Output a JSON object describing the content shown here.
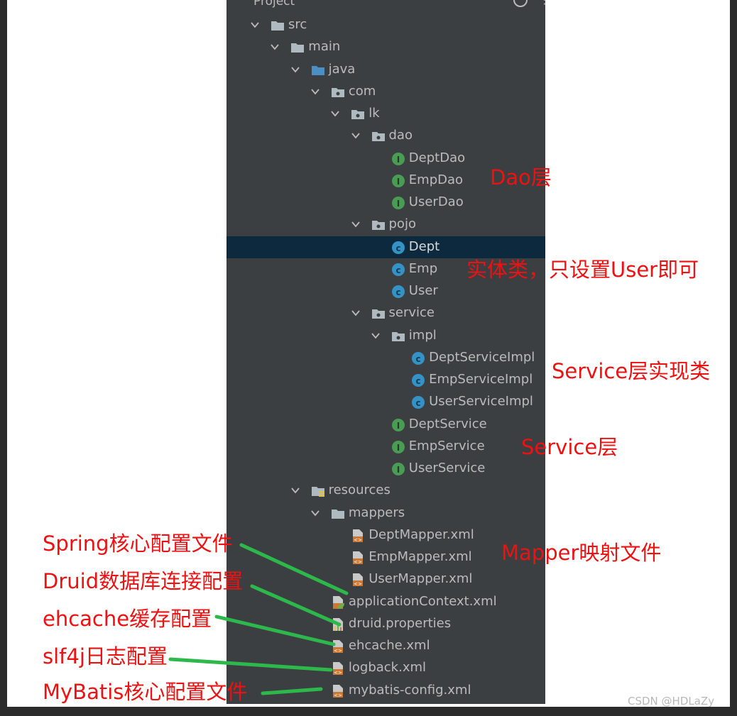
{
  "panel": {
    "title": "Project"
  },
  "tree": [
    {
      "label": "src",
      "icon": "folder-icon",
      "depth": 0
    },
    {
      "label": "main",
      "icon": "folder-icon",
      "depth": 1
    },
    {
      "label": "java",
      "icon": "source-folder-icon",
      "depth": 2
    },
    {
      "label": "com",
      "icon": "package-icon",
      "depth": 3
    },
    {
      "label": "lk",
      "icon": "package-icon",
      "depth": 4
    },
    {
      "label": "dao",
      "icon": "package-icon",
      "depth": 5
    },
    {
      "label": "DeptDao",
      "icon": "interface-icon",
      "depth": 6
    },
    {
      "label": "EmpDao",
      "icon": "interface-icon",
      "depth": 6
    },
    {
      "label": "UserDao",
      "icon": "interface-icon",
      "depth": 6
    },
    {
      "label": "pojo",
      "icon": "package-icon",
      "depth": 5
    },
    {
      "label": "Dept",
      "icon": "class-icon",
      "depth": 6,
      "selected": true
    },
    {
      "label": "Emp",
      "icon": "class-icon",
      "depth": 6
    },
    {
      "label": "User",
      "icon": "class-icon",
      "depth": 6
    },
    {
      "label": "service",
      "icon": "package-icon",
      "depth": 5
    },
    {
      "label": "impl",
      "icon": "package-icon",
      "depth": 6
    },
    {
      "label": "DeptServiceImpl",
      "icon": "class-icon",
      "depth": 7
    },
    {
      "label": "EmpServiceImpl",
      "icon": "class-icon",
      "depth": 7
    },
    {
      "label": "UserServiceImpl",
      "icon": "class-icon",
      "depth": 7
    },
    {
      "label": "DeptService",
      "icon": "interface-icon",
      "depth": 6
    },
    {
      "label": "EmpService",
      "icon": "interface-icon",
      "depth": 6
    },
    {
      "label": "UserService",
      "icon": "interface-icon",
      "depth": 6
    },
    {
      "label": "resources",
      "icon": "resources-folder-icon",
      "depth": 2
    },
    {
      "label": "mappers",
      "icon": "folder-icon",
      "depth": 3
    },
    {
      "label": "DeptMapper.xml",
      "icon": "xml-file-icon",
      "depth": 4
    },
    {
      "label": "EmpMapper.xml",
      "icon": "xml-file-icon",
      "depth": 4
    },
    {
      "label": "UserMapper.xml",
      "icon": "xml-file-icon",
      "depth": 4
    },
    {
      "label": "applicationContext.xml",
      "icon": "spring-xml-icon",
      "depth": 3
    },
    {
      "label": "druid.properties",
      "icon": "properties-file-icon",
      "depth": 3
    },
    {
      "label": "ehcache.xml",
      "icon": "xml-file-icon",
      "depth": 3
    },
    {
      "label": "logback.xml",
      "icon": "xml-file-icon",
      "depth": 3
    },
    {
      "label": "mybatis-config.xml",
      "icon": "xml-file-icon",
      "depth": 3
    }
  ],
  "annotations": {
    "dao": "Dao层",
    "pojo": "实体类，只设置User即可",
    "service_impl": "Service层实现类",
    "service": "Service层",
    "mapper": "Mapper映射文件",
    "spring": "Spring核心配置文件",
    "druid": "Druid数据库连接配置",
    "ehcache": "ehcache缓存配置",
    "slf4j": "slf4j日志配置",
    "mybatis": "MyBatis核心配置文件"
  },
  "watermark": "CSDN @HDLaZy",
  "colors": {
    "panel_bg": "#3c3f41",
    "selected_row": "#0d293e",
    "text": "#bbbbbb",
    "annotation_red": "#ee1111",
    "connector_green": "#2db84b",
    "interface_green": "#499c54",
    "class_blue": "#3592c4",
    "xml_orange": "#cc7832"
  }
}
